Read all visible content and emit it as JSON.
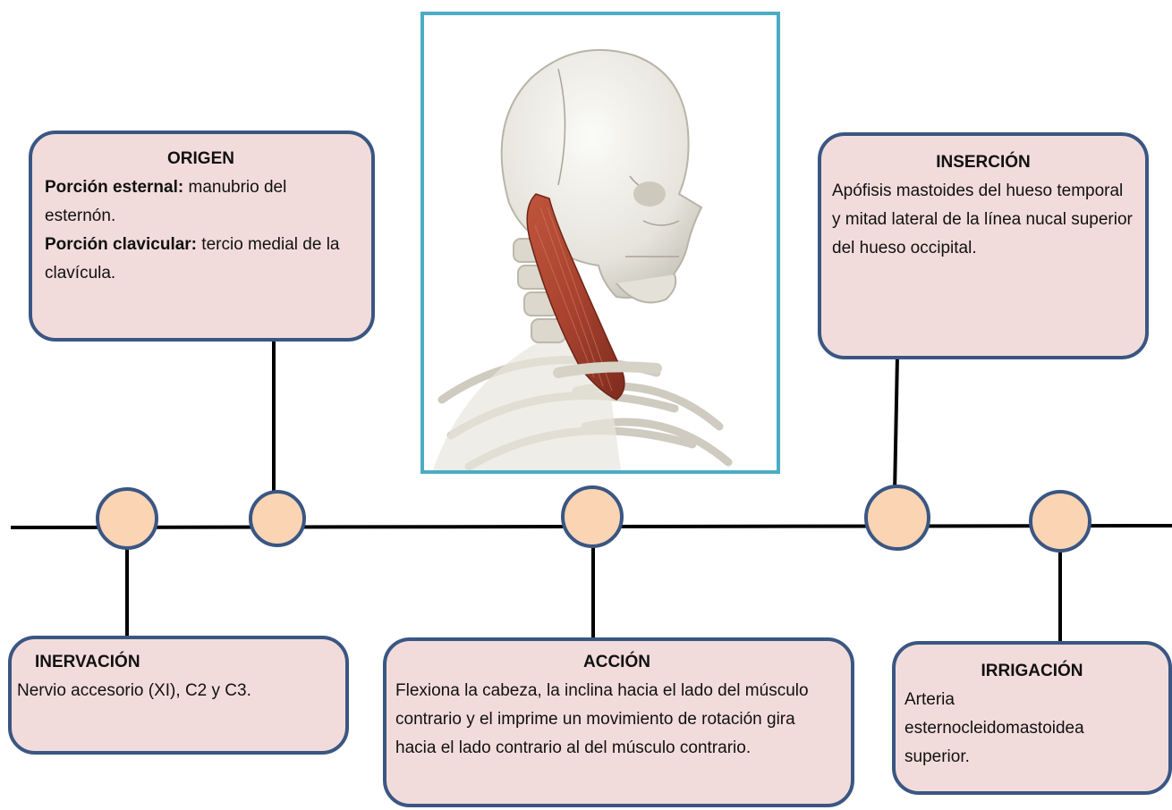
{
  "origen": {
    "title": "ORIGEN",
    "line1_bold": "Porción esternal:",
    "line1_text": " manubrio del esternón.",
    "line2_bold": "Porción clavicular:",
    "line2_text": " tercio medial de la clavícula."
  },
  "insercion": {
    "title": "INSERCIÓN",
    "text": "Apófisis mastoides del hueso temporal y mitad lateral de la línea nucal superior del hueso occipital."
  },
  "inervacion": {
    "title": "INERVACIÓN",
    "text": "Nervio accesorio (XI), C2 y C3."
  },
  "accion": {
    "title": "ACCIÓN",
    "text": "Flexiona la cabeza, la inclina hacia el lado del músculo contrario y el imprime un movimiento de rotación gira hacia el lado contrario al del músculo contrario."
  },
  "irrigacion": {
    "title": "IRRIGACIÓN",
    "text": "Arteria esternocleidomastoidea superior."
  },
  "colors": {
    "box_fill": "#f2dcdb",
    "box_border": "#3a5683",
    "node_fill": "#fbd4b4",
    "photo_border": "#4bacc6",
    "muscle": "#a8432f"
  }
}
